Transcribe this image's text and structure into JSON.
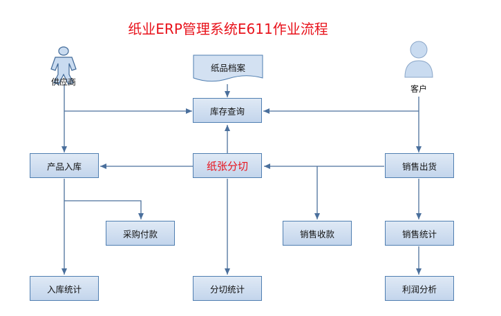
{
  "title": "纸业ERP管理系统E611作业流程",
  "actors": {
    "supplier": "供应商",
    "customer": "客户"
  },
  "document": "纸品档案",
  "nodes": {
    "inventory_query": "库存查询",
    "product_inbound": "产品入库",
    "paper_cutting": "纸张分切",
    "sales_shipment": "销售出货",
    "purchase_payment": "采购付款",
    "sales_receipt": "销售收款",
    "sales_stats": "销售统计",
    "inbound_stats": "入库统计",
    "cutting_stats": "分切统计",
    "profit_analysis": "利润分析"
  },
  "colors": {
    "title": "#e8121b",
    "box_border": "#4e7db0",
    "box_fill_top": "#dfe9f5",
    "box_fill_bottom": "#c3d5ec",
    "line": "#4a6f9c"
  }
}
